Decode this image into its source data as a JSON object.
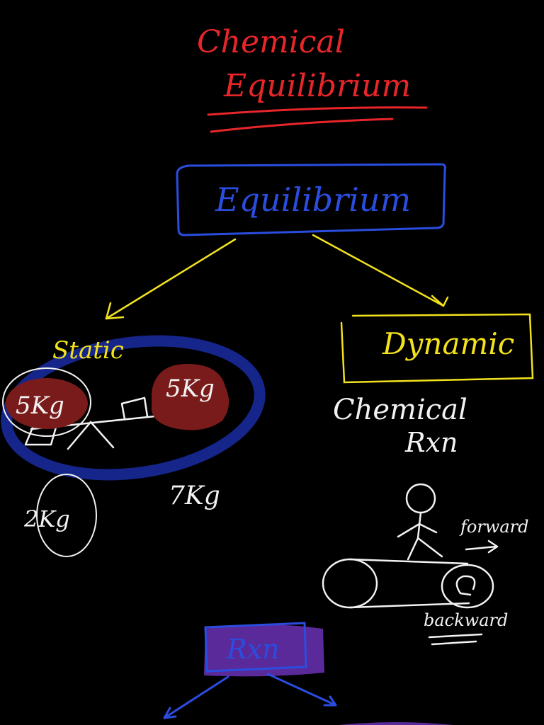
{
  "colors": {
    "background": "#000000",
    "red": "#e8262a",
    "blue": "#2a4de0",
    "yellow": "#f2e21c",
    "white": "#f2f2f2",
    "dark_red": "#7a1b1b",
    "navy_highlight": "#15258a",
    "purple_highlight": "#5a2a9a"
  },
  "title": {
    "line1": "Chemical",
    "line2": "Equilibrium"
  },
  "root_node": {
    "label": "Equilibrium"
  },
  "branches": {
    "static": {
      "label": "Static",
      "left_weight": "5Kg",
      "right_weight": "5Kg",
      "loose_weight_a": "2Kg",
      "loose_weight_b": "7Kg"
    },
    "dynamic": {
      "label": "Dynamic",
      "note_line1": "Chemical",
      "note_line2": "Rxn",
      "forward_label": "forward",
      "backward_label": "backward"
    }
  },
  "bottom_node": {
    "label": "Rxn"
  }
}
